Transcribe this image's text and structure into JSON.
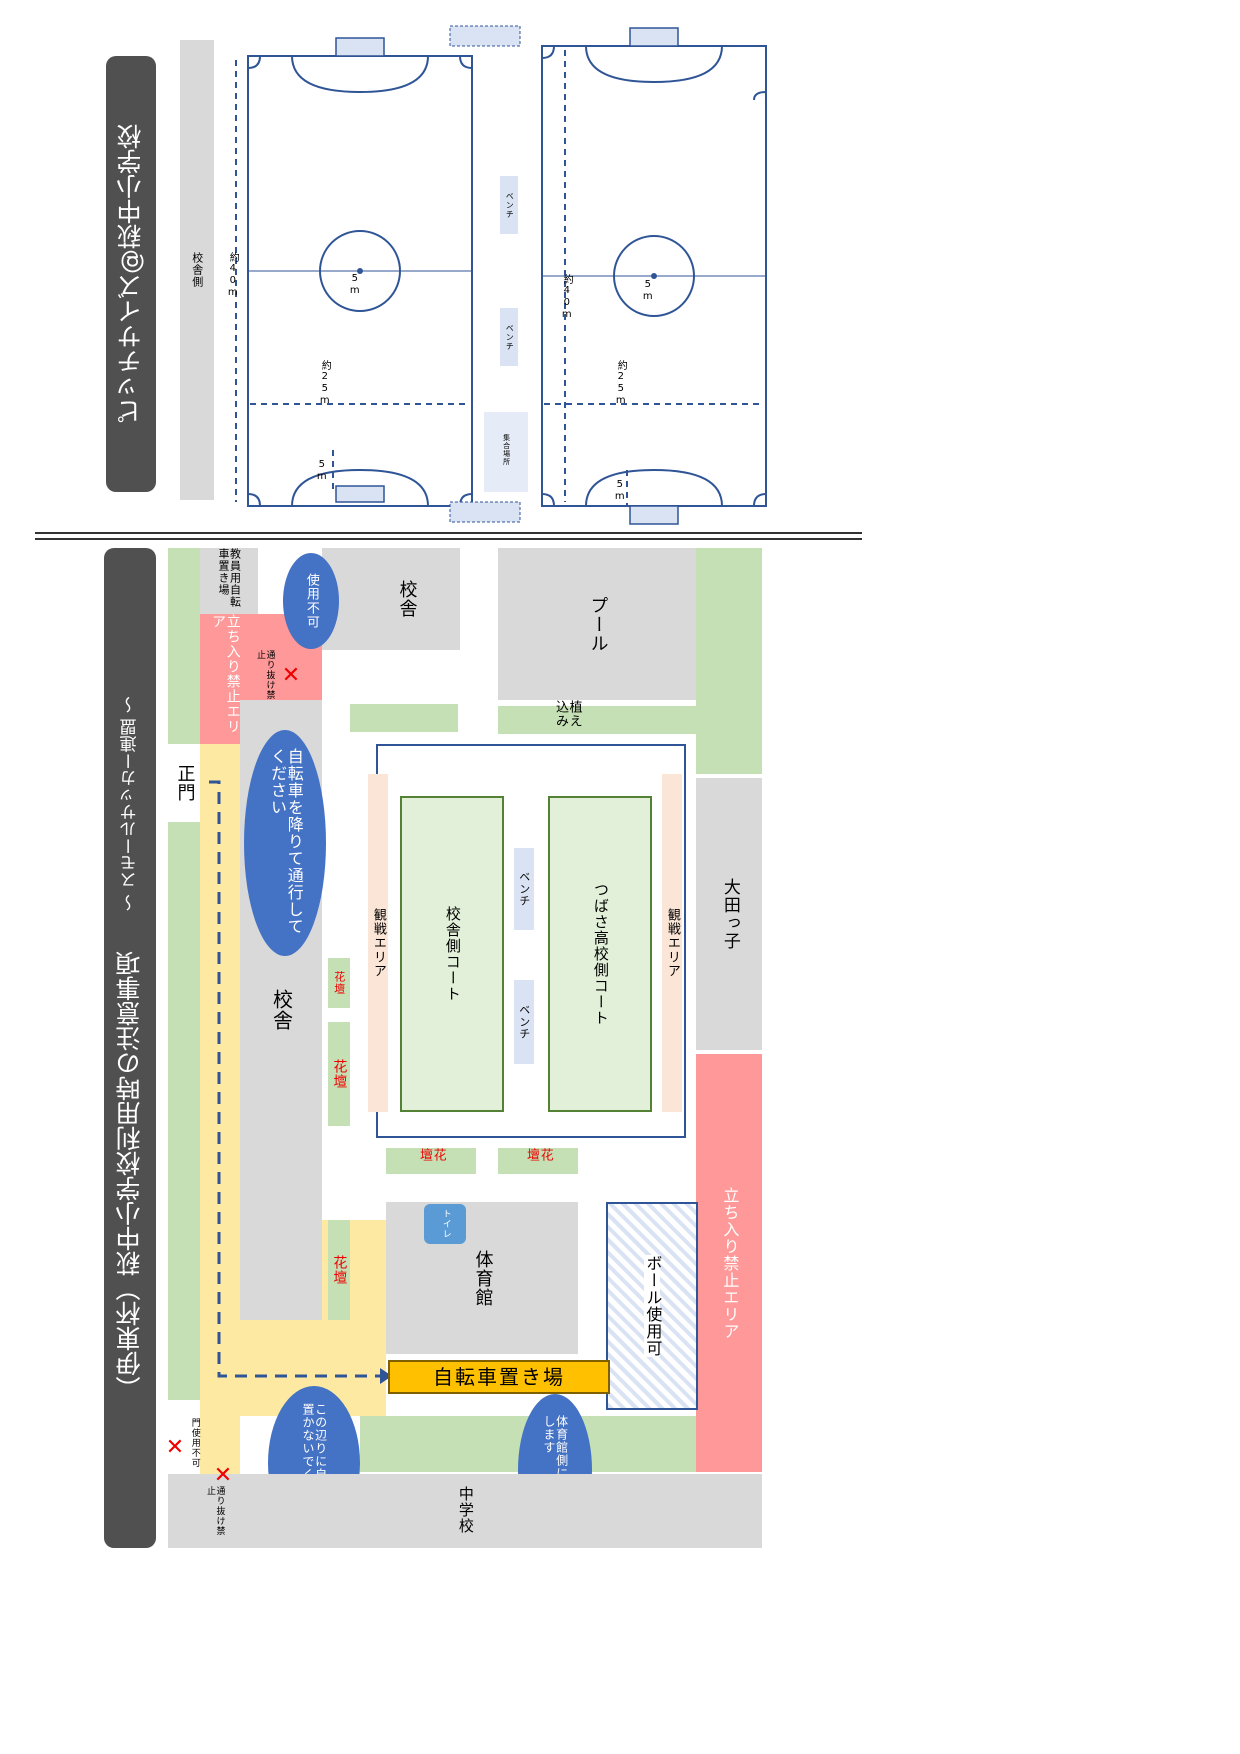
{
  "map": {
    "title": "（伊東杯）萩中小学校利用時の注意事項",
    "subtitle": "～ スモールサッカー連盟 ～",
    "areas": {
      "school_building_main": "校舎",
      "school_building_top": "校舎",
      "gym": "体育館",
      "pool": "プール",
      "otako": "大田っ子",
      "middle_school": "中学校",
      "main_gate": "正門",
      "bike_parking": "自転車置き場",
      "teacher_bike": "教員用自転車置き場",
      "ball_ok": "ボール使用可",
      "no_entry_top": "立ち入り禁止エリア",
      "no_entry_right": "立ち入り禁止エリア",
      "planting": "植え込み",
      "toilet": "トイレ",
      "court_school_side": "校舎側コート",
      "court_tsubasa": "つばさ高校側コート",
      "spectator_left": "観戦エリア",
      "spectator_right": "観戦エリア",
      "bench_1": "ベンチ",
      "bench_2": "ベンチ",
      "flowerbed_1": "花壇",
      "flowerbed_2": "花壇",
      "flowerbed_3": "花壇",
      "flowerbed_4": "花壇",
      "flowerbed_5": "花壇"
    },
    "notes": {
      "no_through_1": "通り抜け禁止",
      "no_through_2": "通り抜け禁止",
      "gate_unusable": "門使用不可",
      "callout_unusable": "使用不可",
      "callout_dismount": "自転車を降りて通行してください",
      "callout_no_bikes": "この辺りに自転車は置かないでください",
      "callout_gym_side": "体育館側にお願いします"
    }
  },
  "pitch": {
    "title": "ピッチサイズ@萩中小学校",
    "school_side": "校舎側",
    "length": "約40m",
    "length_2": "約40m",
    "width": "約25m",
    "width_2": "約25m",
    "radius": "5m",
    "radius_2": "5m",
    "area_5m": "5m",
    "area_5m_2": "5m",
    "bench_1": "ベンチ",
    "bench_2": "ベンチ",
    "gathering": "集合場所"
  },
  "colors": {
    "header_bg": "#505050",
    "yellow_path": "#fde9a2",
    "green_strip": "#c5e0b4",
    "no_entry": "#ff9999",
    "building_gray": "#d9d9d9",
    "callout_blue": "#4472c4",
    "bike_orange": "#ffc000",
    "court_fill": "#e2f0d9",
    "court_border": "#548235",
    "spectator": "#fbe5d6",
    "bench": "#dae3f3",
    "line_blue": "#2f5597"
  }
}
